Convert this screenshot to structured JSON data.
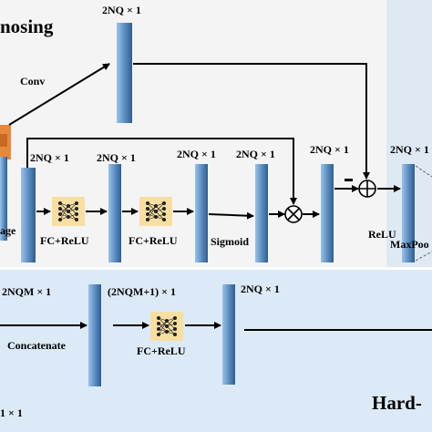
{
  "labels": {
    "top_section_title": "nosing",
    "bottom_section_title": "Hard-",
    "conv": "Conv",
    "image_fragment": "age",
    "concatenate": "Concatenate",
    "fc_relu_1": "FC+ReLU",
    "fc_relu_2": "FC+ReLU",
    "fc_relu_3": "FC+ReLU",
    "sigmoid": "Sigmoid",
    "relu": "ReLU",
    "maxpool_fragment": "MaxPoo",
    "minus_sign": "-",
    "multiply_symbol": "⊗",
    "plus_symbol": "⊕"
  },
  "dims": {
    "d_conv_out": "2NQ × 1",
    "d_fc_in": "2NQ × 1",
    "d_fc1_out": "2NQ × 1",
    "d_fc2_out": "2NQ × 1",
    "d_sigmoid_out": "2NQ × 1",
    "d_mul_out": "2NQ × 1",
    "d_relu_out_fragment": "2NQ × 1",
    "d_bottom_in": "2NQM × 1",
    "d_bottom_mid": "(2NQM+1) × 1",
    "d_bottom_out": "2NQ × 1",
    "d_bottom_left_fragment": "1 × 1"
  },
  "colors": {
    "bar_light": "#6f9fd0",
    "bar_dark": "#2f5d8f",
    "fc_icon_bg": "#f8dfa1",
    "top_panel_bg": "#f4f4f4",
    "bottom_panel_bg": "#dce9f6",
    "orange_block": "#e8883a"
  }
}
